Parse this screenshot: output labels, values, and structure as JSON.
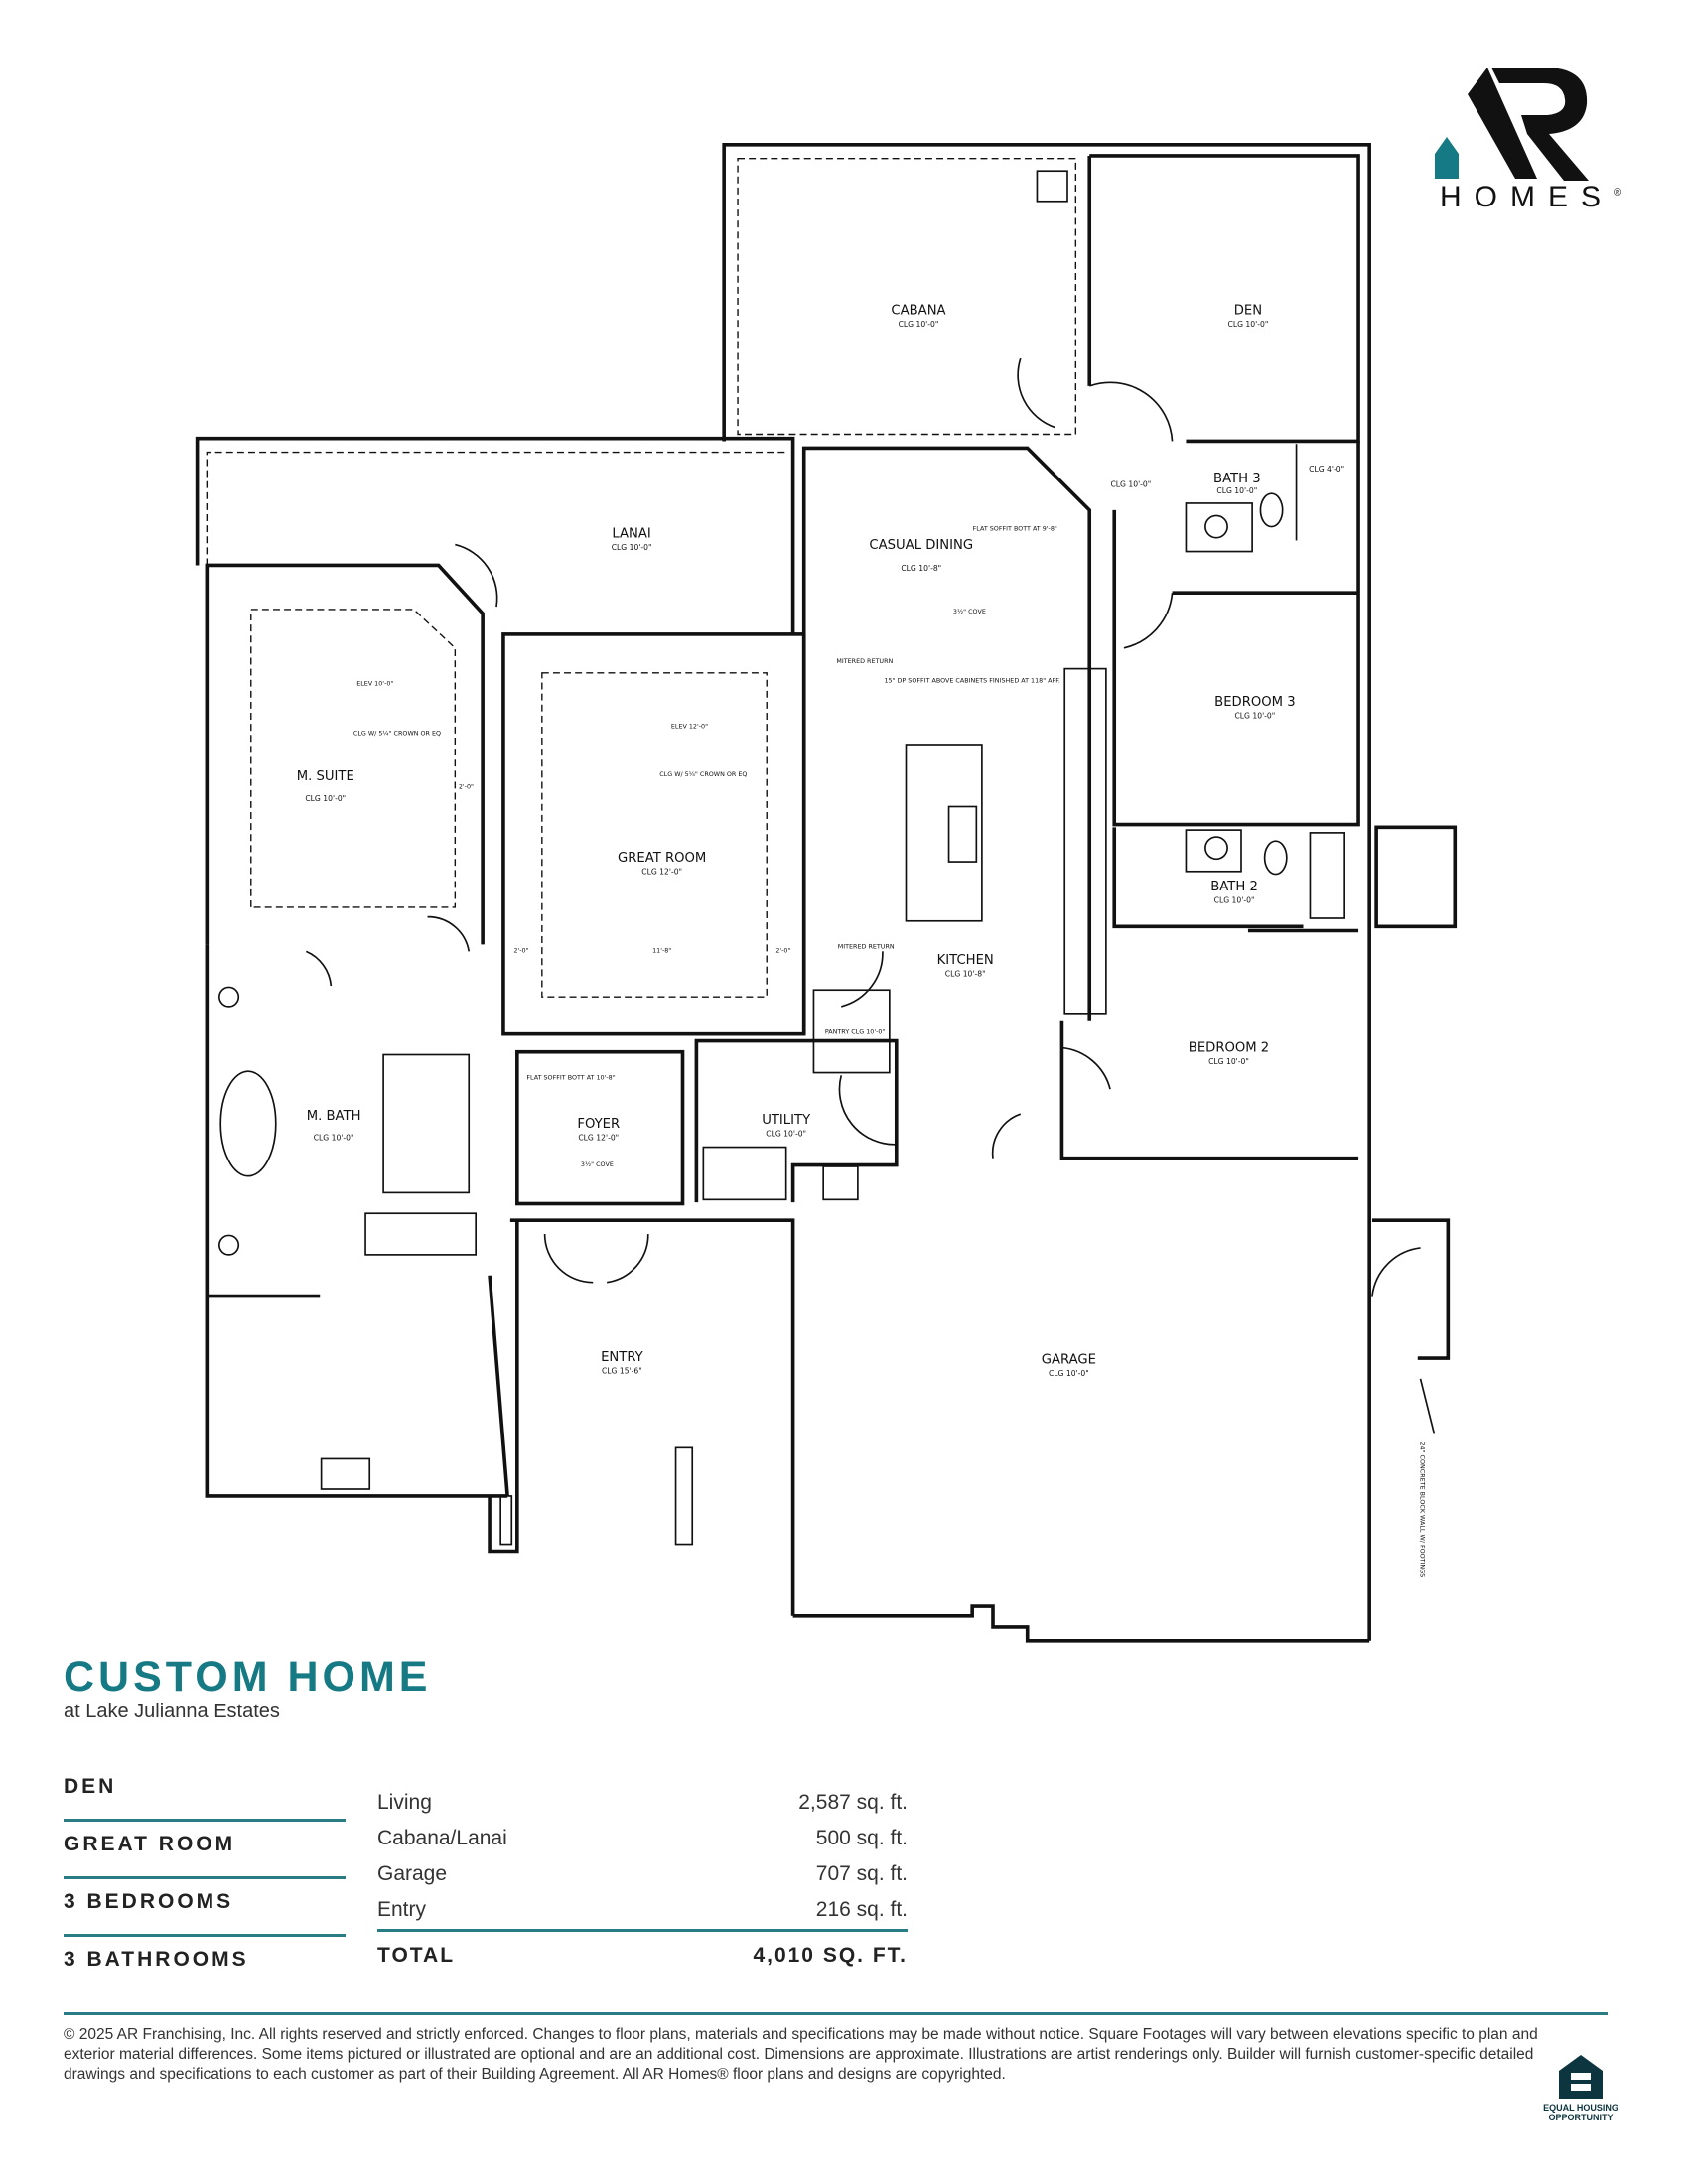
{
  "brand": {
    "logo_mark": "AR",
    "logo_word": "HOMES",
    "registered": "®",
    "accent_color": "#167a84"
  },
  "plan": {
    "rooms": [
      {
        "name": "CABANA",
        "ceiling": "CLG 10'-0\""
      },
      {
        "name": "DEN",
        "ceiling": "CLG 10'-0\""
      },
      {
        "name": "LANAI",
        "ceiling": "CLG 10'-0\""
      },
      {
        "name": "CASUAL DINING",
        "ceiling": "CLG 10'-8\""
      },
      {
        "name": "BATH 3",
        "ceiling": "CLG 10'-0\""
      },
      {
        "name": "BEDROOM 3",
        "ceiling": "CLG 10'-0\""
      },
      {
        "name": "M. SUITE",
        "ceiling": "CLG 10'-0\""
      },
      {
        "name": "GREAT ROOM",
        "ceiling": "CLG 12'-0\""
      },
      {
        "name": "KITCHEN",
        "ceiling": "CLG 10'-8\""
      },
      {
        "name": "BATH 2",
        "ceiling": "CLG 10'-0\""
      },
      {
        "name": "BEDROOM 2",
        "ceiling": "CLG 10'-0\""
      },
      {
        "name": "M. BATH",
        "ceiling": "CLG 10'-0\""
      },
      {
        "name": "FOYER",
        "ceiling": "CLG 12'-0\""
      },
      {
        "name": "UTILITY",
        "ceiling": "CLG 10'-0\""
      },
      {
        "name": "ENTRY",
        "ceiling": "CLG 15'-6\""
      },
      {
        "name": "GARAGE",
        "ceiling": "CLG 10'-0\""
      }
    ],
    "notes": {
      "hall_clg": "CLG 10'-0\"",
      "closet_clg": "CLG 4'-0\"",
      "flat_soffit": "FLAT SOFFIT BOTT AT 9'-8\"",
      "cove": "3½\" COVE",
      "mitered_return": "MITERED RETURN",
      "soffit_cabinets": "15\" DP SOFFIT ABOVE CABINETS FINISHED AT 118\" AFF.",
      "elev_suite": "ELEV 10'-0\"",
      "elev_great": "ELEV 12'-0\"",
      "crown": "CLG W/ 5¼\" CROWN OR EQ",
      "pantry": "PANTRY CLG 10'-0\"",
      "foyer_soffit": "FLAT SOFFIT BOTT AT 10'-8\"",
      "garage_note": "24\" CONCRETE BLOCK WALL W/ FOOTINGS",
      "dim_2ft": "2'-0\"",
      "dim_mid": "11'-8\""
    }
  },
  "title": "CUSTOM HOME",
  "subtitle": "at Lake Julianna Estates",
  "features": [
    "DEN",
    "GREAT ROOM",
    "3 BEDROOMS",
    "3 BATHROOMS"
  ],
  "areas": [
    {
      "label": "Living",
      "value": "2,587 sq. ft."
    },
    {
      "label": "Cabana/Lanai",
      "value": "500 sq. ft."
    },
    {
      "label": "Garage",
      "value": "707 sq. ft."
    },
    {
      "label": "Entry",
      "value": "216 sq. ft."
    }
  ],
  "total": {
    "label": "TOTAL",
    "value": "4,010 SQ. FT."
  },
  "legal": "© 2025 AR Franchising, Inc. All rights reserved and strictly enforced. Changes to floor plans, materials and specifications may be made without notice. Square Footages will vary between elevations specific to plan and exterior material differences. Some items pictured or illustrated are optional and are an additional cost. Dimensions are approximate. Illustrations are artist renderings only. Builder will furnish customer-specific detailed drawings and specifications to each customer as part of their Building Agreement. All AR Homes® floor plans and designs are copyrighted.",
  "eho_label": "EQUAL HOUSING OPPORTUNITY"
}
